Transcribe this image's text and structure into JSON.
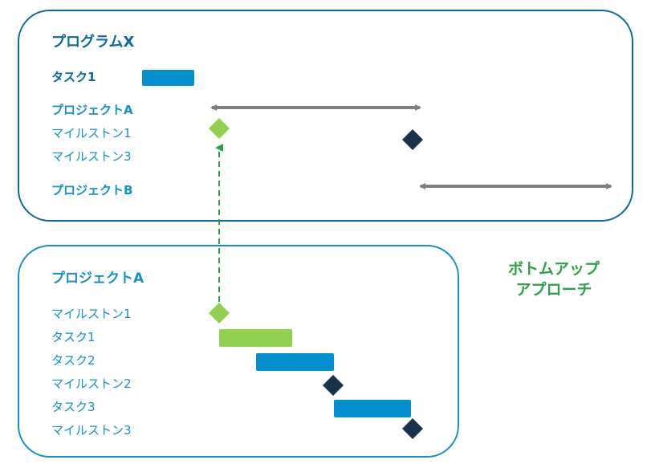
{
  "colors": {
    "program_border": "#0b6a96",
    "project_border": "#1590c8",
    "task_blue": "#0291ce",
    "task_green": "#92d050",
    "milestone_dark": "#17324a",
    "milestone_green": "#92d050",
    "arrow_gray": "#7f7f7f",
    "dashed_green": "#2ea04a",
    "approach_text": "#2ea04a"
  },
  "program_panel": {
    "title": "プログラムX",
    "rows": [
      {
        "label": "タスク1"
      },
      {
        "label": "プロジェクトA"
      },
      {
        "label": "マイルストン1"
      },
      {
        "label": "マイルストン3"
      },
      {
        "label": "プロジェクトB"
      }
    ]
  },
  "project_panel": {
    "title": "プロジェクトA",
    "rows": [
      {
        "label": "マイルストン1"
      },
      {
        "label": "タスク1"
      },
      {
        "label": "タスク2"
      },
      {
        "label": "マイルストン2"
      },
      {
        "label": "タスク3"
      },
      {
        "label": "マイルストン3"
      }
    ]
  },
  "approach_label": {
    "line1": "ボトムアップ",
    "line2": "アプローチ"
  }
}
